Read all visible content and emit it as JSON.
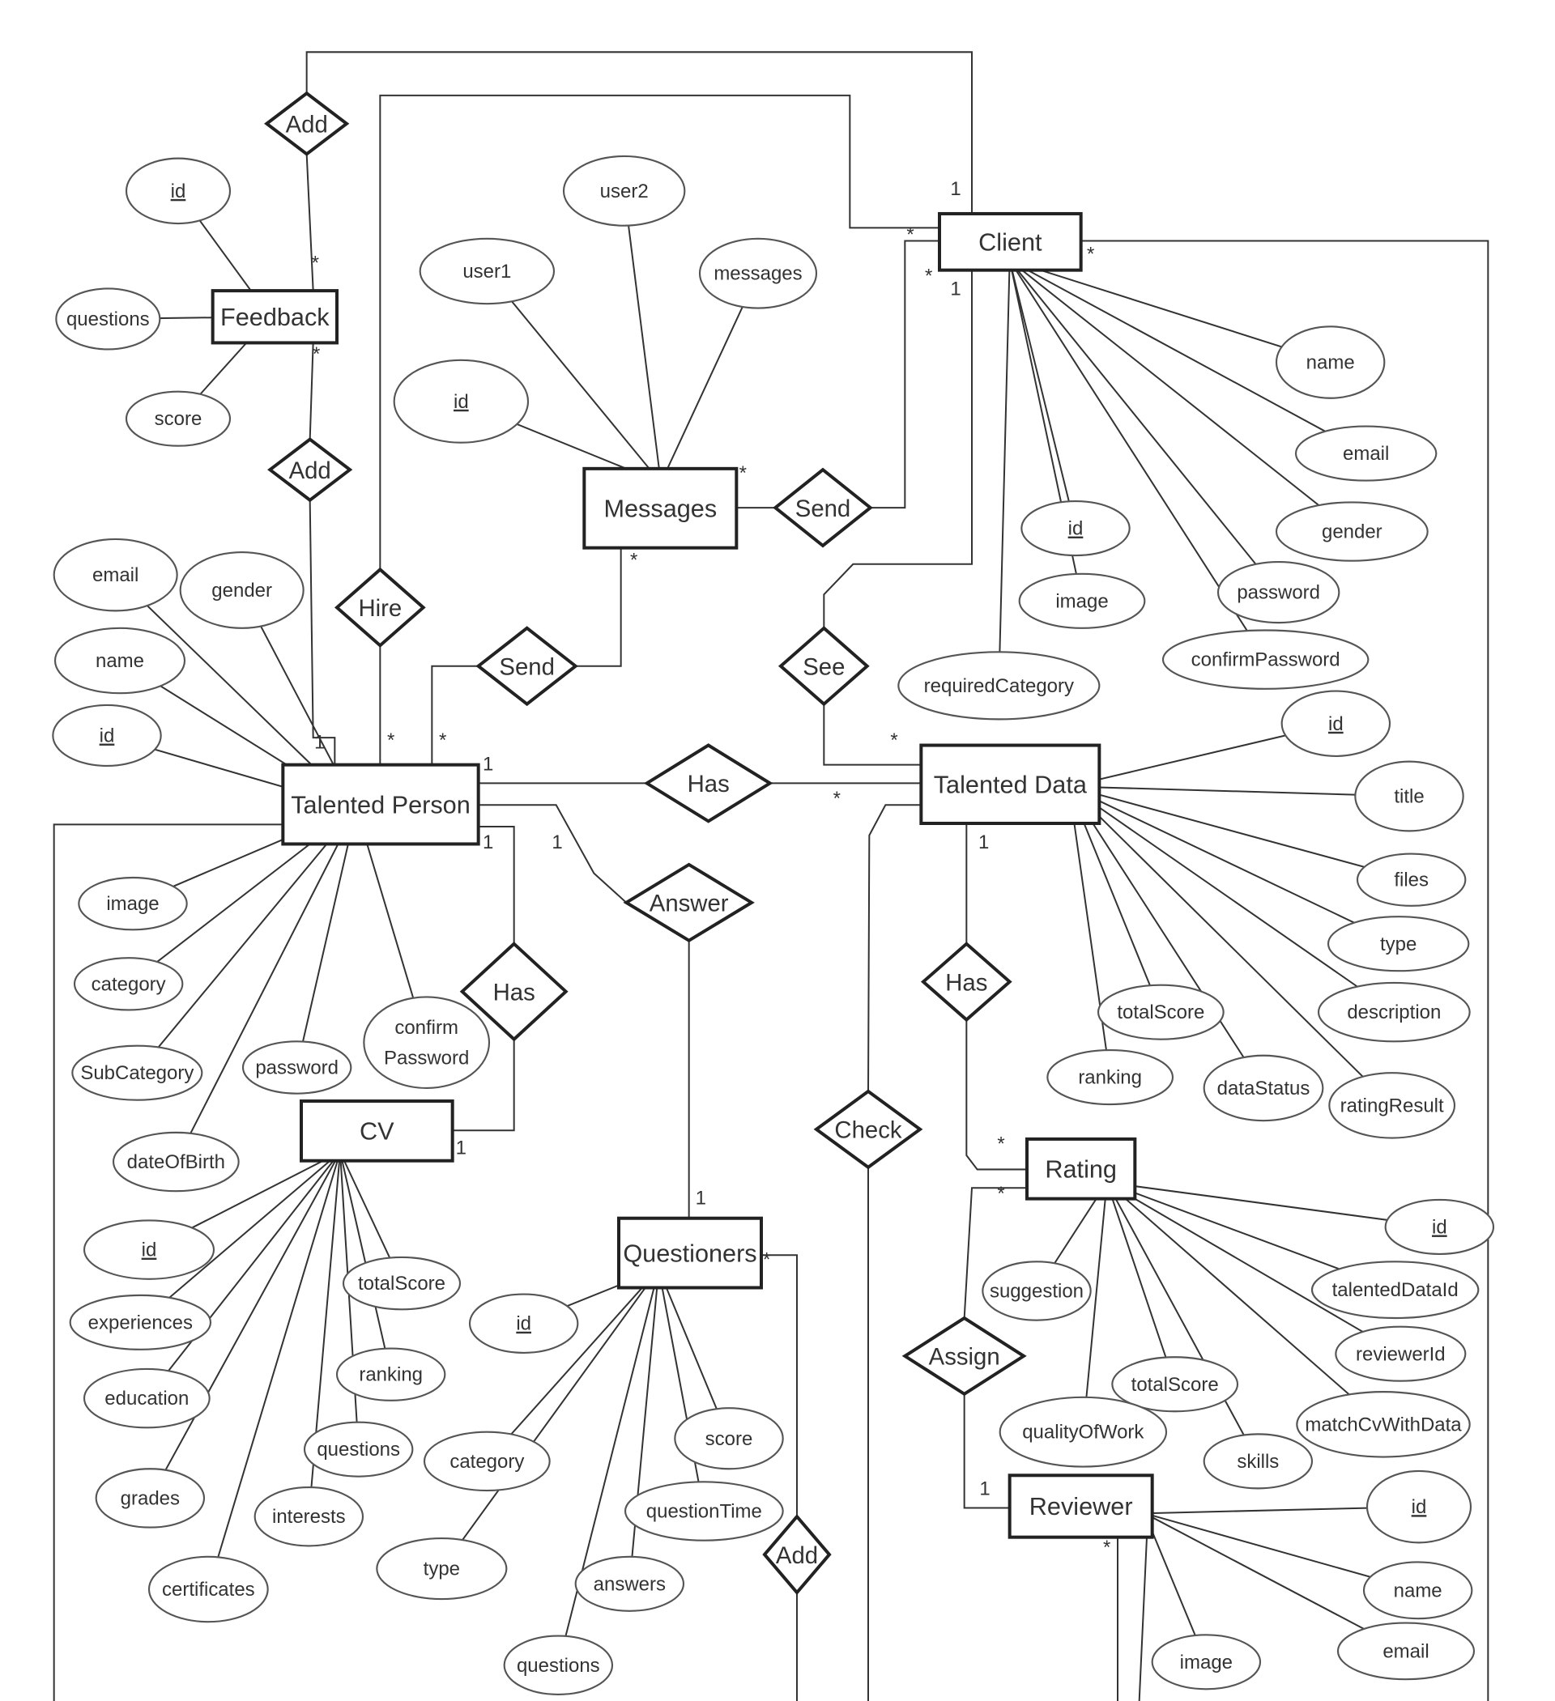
{
  "entities": [
    "Feedback",
    "Messages",
    "Client",
    "Talented Person",
    "Talented Data",
    "CV",
    "Questioners",
    "Rating",
    "Reviewer"
  ],
  "relationships": [
    "Add",
    "Add",
    "Hire",
    "Send",
    "Send",
    "See",
    "Has",
    "Answer",
    "Has",
    "Has",
    "Check",
    "Assign",
    "Add"
  ],
  "attributes": {
    "feedback": [
      {
        "label": "id",
        "key": true
      },
      {
        "label": "questions"
      },
      {
        "label": "score"
      }
    ],
    "messages": [
      {
        "label": "user2"
      },
      {
        "label": "user1"
      },
      {
        "label": "messages"
      },
      {
        "label": "id",
        "key": true
      }
    ],
    "client": [
      {
        "label": "name"
      },
      {
        "label": "email"
      },
      {
        "label": "id",
        "key": true
      },
      {
        "label": "gender"
      },
      {
        "label": "image"
      },
      {
        "label": "password"
      },
      {
        "label": "confirmPassword"
      },
      {
        "label": "requiredCategory"
      }
    ],
    "talented_person": [
      {
        "label": "email"
      },
      {
        "label": "gender"
      },
      {
        "label": "name"
      },
      {
        "label": "id",
        "key": true
      },
      {
        "label": "image"
      },
      {
        "label": "category"
      },
      {
        "label": "SubCategory"
      },
      {
        "label": "password"
      },
      {
        "label": "confirm Password"
      },
      {
        "label": "dateOfBirth"
      }
    ],
    "talented_data": [
      {
        "label": "id",
        "key": true
      },
      {
        "label": "title"
      },
      {
        "label": "files"
      },
      {
        "label": "type"
      },
      {
        "label": "description"
      },
      {
        "label": "totalScore"
      },
      {
        "label": "ranking"
      },
      {
        "label": "dataStatus"
      },
      {
        "label": "ratingResult"
      }
    ],
    "cv": [
      {
        "label": "id",
        "key": true
      },
      {
        "label": "totalScore"
      },
      {
        "label": "experiences"
      },
      {
        "label": "ranking"
      },
      {
        "label": "education"
      },
      {
        "label": "questions"
      },
      {
        "label": "grades"
      },
      {
        "label": "interests"
      },
      {
        "label": "certificates"
      }
    ],
    "questioners": [
      {
        "label": "id",
        "key": true
      },
      {
        "label": "category"
      },
      {
        "label": "score"
      },
      {
        "label": "questionTime"
      },
      {
        "label": "type"
      },
      {
        "label": "answers"
      },
      {
        "label": "questions"
      }
    ],
    "rating": [
      {
        "label": "id",
        "key": true
      },
      {
        "label": "talentedDataId"
      },
      {
        "label": "suggestion"
      },
      {
        "label": "reviewerId"
      },
      {
        "label": "totalScore"
      },
      {
        "label": "qualityOfWork"
      },
      {
        "label": "matchCvWithData"
      },
      {
        "label": "skills"
      }
    ],
    "reviewer": [
      {
        "label": "id",
        "key": true
      },
      {
        "label": "name"
      },
      {
        "label": "email"
      },
      {
        "label": "image"
      }
    ]
  },
  "cardinalities": [
    "1",
    "*",
    "*",
    "1",
    "*",
    "*",
    "*",
    "*",
    "*",
    "1",
    "*",
    "*",
    "1",
    "1",
    "1",
    "*",
    "*",
    "1",
    "1",
    "1",
    "*",
    "*",
    "*",
    "1",
    "*"
  ]
}
